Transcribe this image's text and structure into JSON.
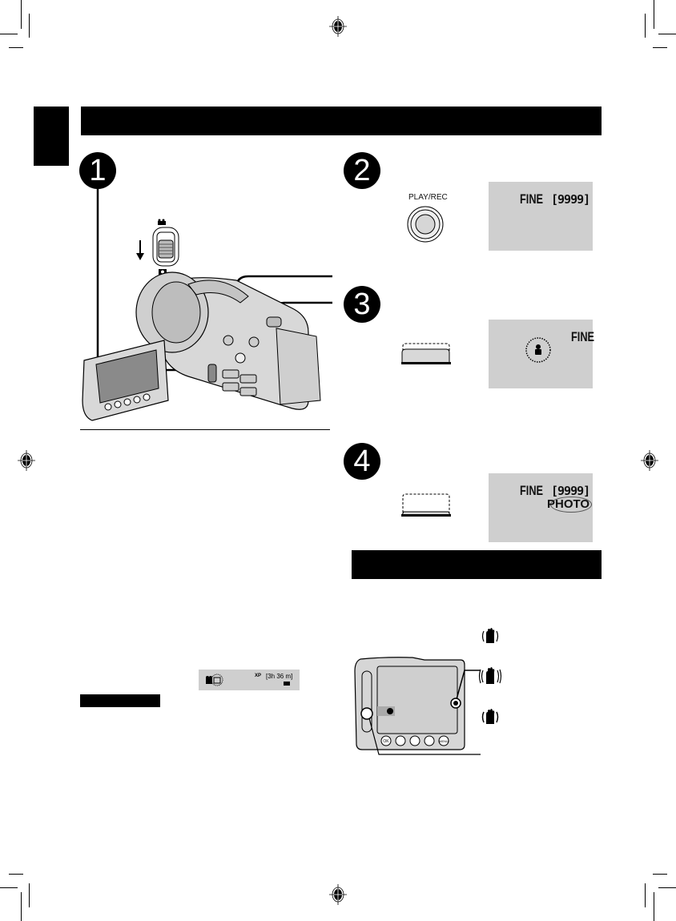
{
  "page": {
    "section_tab": "",
    "header_bar": "",
    "subsection_bar": "",
    "caution_label_bar": ""
  },
  "steps": [
    {
      "number": "1",
      "label": "mode-switch"
    },
    {
      "number": "2",
      "label": "play-rec-button"
    },
    {
      "number": "3",
      "label": "snapshot-half-press"
    },
    {
      "number": "4",
      "label": "snapshot-full-press"
    }
  ],
  "step2": {
    "button_label": "PLAY/REC",
    "lcd": {
      "quality": "FINE",
      "remaining": "[9999]"
    }
  },
  "step3": {
    "lcd": {
      "quality": "FINE"
    }
  },
  "step4": {
    "lcd": {
      "quality": "FINE",
      "remaining": "[9999]",
      "badge": "PHOTO"
    }
  },
  "video_lcd_strip": {
    "mode_icon": "video-camera-icon",
    "quality": "XP",
    "remaining_time": "[3h 36 m]",
    "battery_icon": "battery-icon"
  },
  "lcd_monitor": {
    "buttons": [
      "OK",
      "",
      "",
      "",
      "MENU"
    ]
  },
  "stabilizer_icons": [
    "stabilizer-off-icon",
    "stabilizer-on-icon",
    "stabilizer-enhanced-icon"
  ],
  "colors": {
    "lcd_gray": "#cfcfcf",
    "black": "#000000"
  }
}
